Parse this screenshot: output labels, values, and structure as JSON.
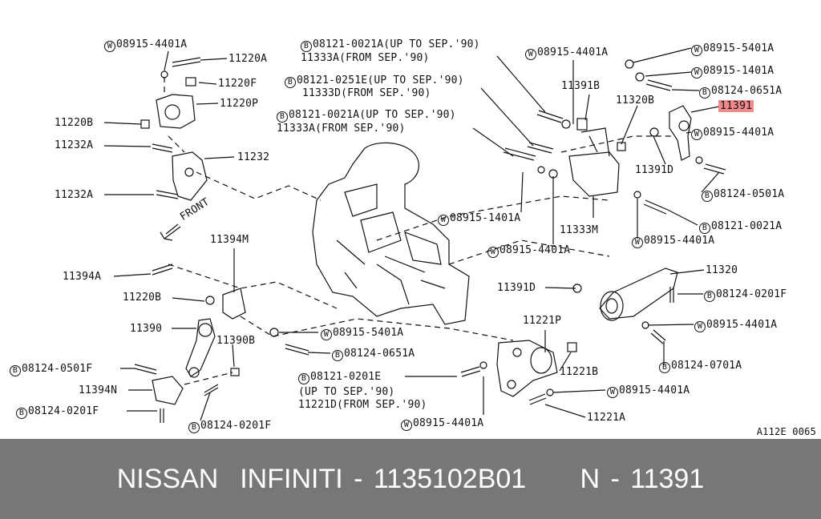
{
  "labels": [
    {
      "mark": "W",
      "text": "08915-4401A"
    },
    {
      "mark": "",
      "text": "11220A"
    },
    {
      "mark": "",
      "text": "11220F"
    },
    {
      "mark": "",
      "text": "11220P"
    },
    {
      "mark": "",
      "text": "11220B"
    },
    {
      "mark": "",
      "text": "11232A"
    },
    {
      "mark": "",
      "text": "11232"
    },
    {
      "mark": "",
      "text": "11232A"
    },
    {
      "mark": "",
      "text": "FRONT"
    },
    {
      "mark": "",
      "text": "11394M"
    },
    {
      "mark": "",
      "text": "11394A"
    },
    {
      "mark": "",
      "text": "11220B"
    },
    {
      "mark": "",
      "text": "11390"
    },
    {
      "mark": "",
      "text": "11390B"
    },
    {
      "mark": "B",
      "text": "08124-0501F"
    },
    {
      "mark": "",
      "text": "11394N"
    },
    {
      "mark": "B",
      "text": "08124-0201F"
    },
    {
      "mark": "B",
      "text": "08124-0201F"
    },
    {
      "mark": "W",
      "text": "08915-5401A"
    },
    {
      "mark": "B",
      "text": "08124-0651A"
    },
    {
      "mark": "B",
      "text": "08121-0201E"
    },
    {
      "mark": "",
      "text": "(UP TO SEP.'90)"
    },
    {
      "mark": "",
      "text": "11221D(FROM SEP.'90)"
    },
    {
      "mark": "W",
      "text": "08915-4401A"
    },
    {
      "mark": "B",
      "text": "08121-0021A(UP TO SEP.'90)"
    },
    {
      "mark": "",
      "text": "11333A(FROM SEP.'90)"
    },
    {
      "mark": "B",
      "text": "08121-0251E(UP TO SEP.'90)"
    },
    {
      "mark": "",
      "text": "11333D(FROM SEP.'90)"
    },
    {
      "mark": "B",
      "text": "08121-0021A(UP TO SEP.'90)"
    },
    {
      "mark": "",
      "text": "11333A(FROM SEP.'90)"
    },
    {
      "mark": "W",
      "text": "08915-4401A"
    },
    {
      "mark": "",
      "text": "11391B"
    },
    {
      "mark": "",
      "text": "11320B"
    },
    {
      "mark": "W",
      "text": "08915-1401A"
    },
    {
      "mark": "W",
      "text": "08915-4401A"
    },
    {
      "mark": "",
      "text": "11333M"
    },
    {
      "mark": "",
      "text": "11391D"
    },
    {
      "mark": "W",
      "text": "08915-5401A"
    },
    {
      "mark": "W",
      "text": "08915-1401A"
    },
    {
      "mark": "B",
      "text": "08124-0651A"
    },
    {
      "mark": "",
      "text": "11391"
    },
    {
      "mark": "W",
      "text": "08915-4401A"
    },
    {
      "mark": "B",
      "text": "08124-0501A"
    },
    {
      "mark": "B",
      "text": "08121-0021A"
    },
    {
      "mark": "W",
      "text": "08915-4401A"
    },
    {
      "mark": "",
      "text": "11320"
    },
    {
      "mark": "",
      "text": "11391D"
    },
    {
      "mark": "B",
      "text": "08124-0201F"
    },
    {
      "mark": "W",
      "text": "08915-4401A"
    },
    {
      "mark": "B",
      "text": "08124-0701A"
    },
    {
      "mark": "",
      "text": "11221P"
    },
    {
      "mark": "",
      "text": "11221B"
    },
    {
      "mark": "W",
      "text": "08915-4401A"
    },
    {
      "mark": "",
      "text": "11221A"
    },
    {
      "mark": "",
      "text": "A112E 0065"
    }
  ],
  "highlight_label": "11391",
  "footer": {
    "text": "NISSAN  INFINITI - 1135102B01     N - 11391"
  },
  "colors": {
    "highlight": "#f08a8a",
    "footer_bg": "#777777",
    "footer_text": "#ffffff"
  }
}
